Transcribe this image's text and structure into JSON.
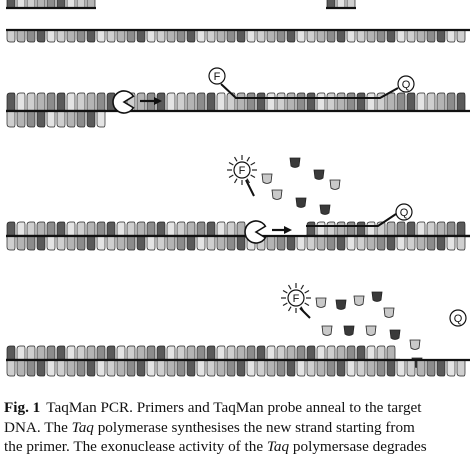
{
  "diagram": {
    "label_fluorophore": "F",
    "label_quencher": "Q",
    "color_tick_light": "#d2d2d2",
    "color_tick_dark": "#4a4a4a",
    "color_line": "#111111"
  },
  "caption": {
    "label": "Fig. 1",
    "line1_a": "TaqMan PCR. Primers and TaqMan probe anneal to the target",
    "line2_a": "DNA. The ",
    "line2_i": "Taq",
    "line2_b": " polymerase synthesises the new strand starting from",
    "line3_a": "the primer. The exonuclease activity of the ",
    "line3_i": "Taq",
    "line3_b": " polymersase degrades"
  }
}
